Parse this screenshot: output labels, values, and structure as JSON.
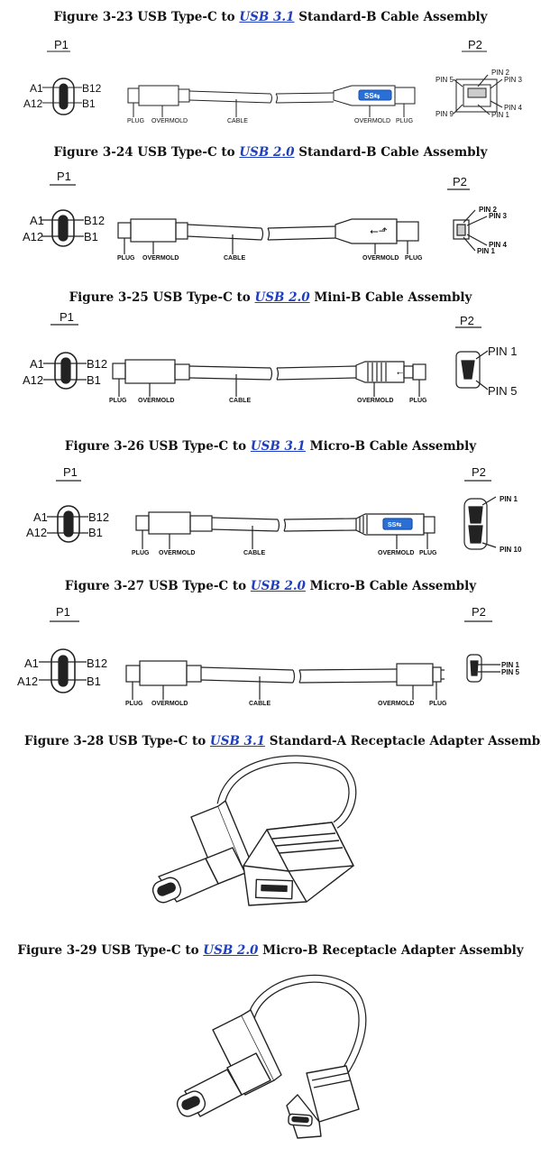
{
  "figures": [
    {
      "id": "fig-3-23",
      "pre": "Figure 3-23  USB Type-C to ",
      "link": "USB 3.1",
      "post": " Standard-B Cable Assembly",
      "p1": "P1",
      "p2": "P2",
      "pins_left": {
        "a1": "A1",
        "a12": "A12",
        "b12": "B12",
        "b1": "B1"
      },
      "parts": {
        "plug_left": "PLUG",
        "overmold_left": "OVERMOLD",
        "cable": "CABLE",
        "overmold_right": "OVERMOLD",
        "plug_right": "PLUG"
      },
      "pins_right": [
        "PIN 5",
        "PIN 2",
        "PIN 3",
        "PIN 9",
        "PIN 4",
        "PIN 1"
      ]
    },
    {
      "id": "fig-3-24",
      "pre": "Figure 3-24  USB Type-C to ",
      "link": "USB 2.0",
      "post": " Standard-B Cable Assembly",
      "p1": "P1",
      "p2": "P2",
      "pins_left": {
        "a1": "A1",
        "a12": "A12",
        "b12": "B12",
        "b1": "B1"
      },
      "parts": {
        "plug_left": "PLUG",
        "overmold_left": "OVERMOLD",
        "cable": "CABLE",
        "overmold_right": "OVERMOLD",
        "plug_right": "PLUG"
      },
      "pins_right": [
        "PIN 2",
        "PIN 3",
        "PIN 4",
        "PIN 1"
      ]
    },
    {
      "id": "fig-3-25",
      "pre": "Figure 3-25  USB Type-C to ",
      "link": "USB 2.0",
      "post": " Mini-B Cable Assembly",
      "p1": "P1",
      "p2": "P2",
      "pins_left": {
        "a1": "A1",
        "a12": "A12",
        "b12": "B12",
        "b1": "B1"
      },
      "parts": {
        "plug_left": "PLUG",
        "overmold_left": "OVERMOLD",
        "cable": "CABLE",
        "overmold_right": "OVERMOLD",
        "plug_right": "PLUG"
      },
      "pins_right": [
        "PIN 1",
        "PIN 5"
      ]
    },
    {
      "id": "fig-3-26",
      "pre": "Figure 3-26  USB Type-C to ",
      "link": "USB 3.1",
      "post": " Micro-B Cable Assembly",
      "p1": "P1",
      "p2": "P2",
      "pins_left": {
        "a1": "A1",
        "a12": "A12",
        "b12": "B12",
        "b1": "B1"
      },
      "parts": {
        "plug_left": "PLUG",
        "overmold_left": "OVERMOLD",
        "cable": "CABLE",
        "overmold_right": "OVERMOLD",
        "plug_right": "PLUG"
      },
      "pins_right": [
        "PIN 1",
        "PIN 10"
      ]
    },
    {
      "id": "fig-3-27",
      "pre": "Figure 3-27  USB Type-C to ",
      "link": "USB 2.0",
      "post": " Micro-B Cable Assembly",
      "p1": "P1",
      "p2": "P2",
      "pins_left": {
        "a1": "A1",
        "a12": "A12",
        "b12": "B12",
        "b1": "B1"
      },
      "parts": {
        "plug_left": "PLUG",
        "overmold_left": "OVERMOLD",
        "cable": "CABLE",
        "overmold_right": "OVERMOLD",
        "plug_right": "PLUG"
      },
      "pins_right": [
        "PIN 1",
        "PIN 5"
      ]
    },
    {
      "id": "fig-3-28",
      "pre": "Figure 3-28  USB Type-C to ",
      "link": "USB 3.1",
      "post": " Standard-A Receptacle Adapter Assembly"
    },
    {
      "id": "fig-3-29",
      "pre": "Figure 3-29  USB Type-C to ",
      "link": "USB 2.0",
      "post": " Micro-B Receptacle Adapter Assembly"
    }
  ]
}
